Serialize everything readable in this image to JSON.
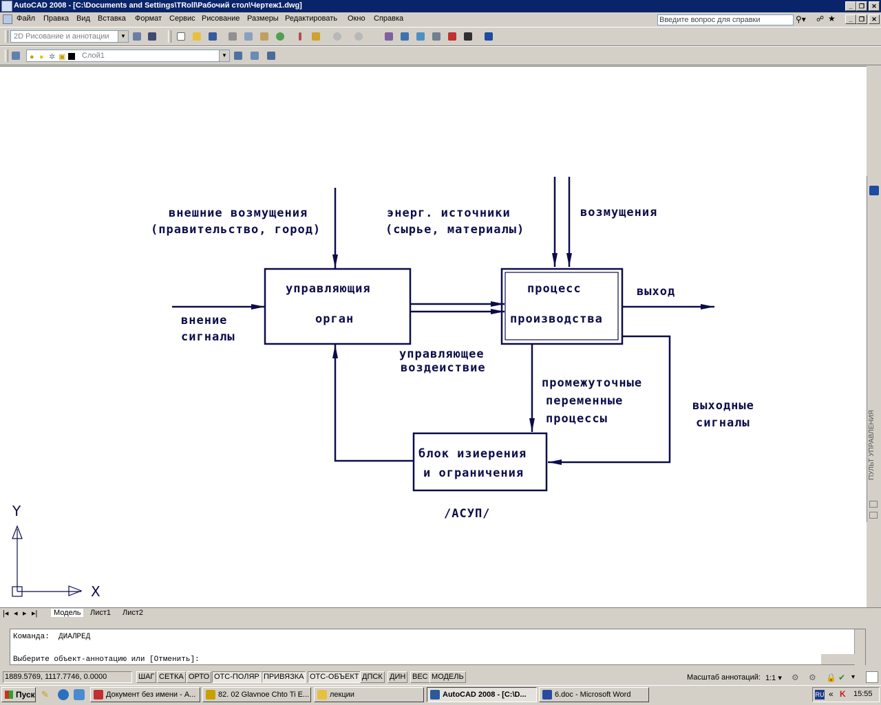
{
  "window": {
    "title": "AutoCAD 2008 - [C:\\Documents and Settings\\TRoll\\Рабочий стол\\Чертеж1.dwg]",
    "controls": [
      "_",
      "❐",
      "✕"
    ]
  },
  "menu": {
    "items": [
      "Файл",
      "Правка",
      "Вид",
      "Вставка",
      "Формат",
      "Сервис",
      "Рисование",
      "Размеры",
      "Редактировать",
      "Окно",
      "Справка"
    ],
    "help_placeholder": "Введите вопрос для справки"
  },
  "toolbar": {
    "workspace": "2D Рисование и аннотации",
    "layer": "Слой1"
  },
  "drawing": {
    "labels": {
      "ext_disturbance_1": "внешние возмущения",
      "ext_disturbance_2": "(правительство, город)",
      "energy_1": "энерг. источники",
      "energy_2": "(сырье, материалы)",
      "disturbance": "возмущения",
      "control_1": "управляющия",
      "control_2": "орган",
      "process_1": "процесс",
      "process_2": "производства",
      "output": "выход",
      "input_1": "внение",
      "input_2": "сигналы",
      "action_1": "управляющее",
      "action_2": "воздеиствие",
      "intermediate_1": "промежуточные",
      "intermediate_2": "переменные",
      "intermediate_3": "процессы",
      "out_signals_1": "выходные",
      "out_signals_2": "сигналы",
      "measure_1": "блок изиерения",
      "measure_2": "и ограничения",
      "asup": "/АСУП/"
    },
    "ucs": {
      "y": "Y",
      "x": "X"
    }
  },
  "side_panel": {
    "title": "ПУЛЬТ УПРАВЛЕНИЯ"
  },
  "tabs": [
    "Модель",
    "Лист1",
    "Лист2"
  ],
  "command": {
    "line1": "Команда:  ДИАЛРЕД",
    "line2": "Выберите объект-аннотацию или [Отменить]:"
  },
  "status": {
    "coords": "1889.5769, 1117.7746, 0.0000",
    "buttons": [
      "ШАГ",
      "СЕТКА",
      "ОРТО",
      "ОТС-ПОЛЯР",
      "ПРИВЯЗКА",
      "ОТС-ОБЪЕКТ",
      "ДПСК",
      "ДИН",
      "ВЕС",
      "МОДЕЛЬ"
    ],
    "annotation_scale_label": "Масштаб аннотаций:",
    "annotation_scale": "1:1"
  },
  "taskbar": {
    "start": "Пуск",
    "tasks": [
      "Документ без имени - А...",
      "82. 02 Glavnoe Chto Ti E...",
      "лекции",
      "AutoCAD 2008 - [C:\\D...",
      "6.doc - Microsoft Word"
    ],
    "lang": "RU",
    "time": "15:55"
  },
  "colors": {
    "drawing_ink": "#0c0c4a",
    "titlebar": "#0a246a"
  }
}
